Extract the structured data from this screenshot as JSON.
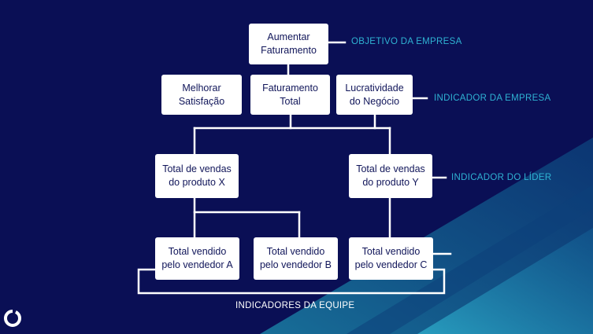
{
  "colors": {
    "background": "#0a0f55",
    "box": "#ffffff",
    "box_text": "#11165a",
    "accent_label": "#2fb3d3",
    "connector": "#ffffff",
    "corner_band": "#1f7fa0"
  },
  "nodes": {
    "aumentar_faturamento": "Aumentar\nFaturamento",
    "melhorar_satisfacao": "Melhorar\nSatisfação",
    "faturamento_total": "Faturamento\nTotal",
    "lucratividade_negocio": "Lucratividade\ndo Negócio",
    "vendas_produto_x": "Total de vendas\ndo produto X",
    "vendas_produto_y": "Total de vendas\ndo produto Y",
    "vendedor_a": "Total vendido\npelo vendedor A",
    "vendedor_b": "Total vendido\npelo vendedor B",
    "vendedor_c": "Total vendido\npelo vendedor C"
  },
  "labels": {
    "objetivo_empresa": "OBJETIVO DA EMPRESA",
    "indicador_empresa": "INDICADOR DA EMPRESA",
    "indicador_lider": "INDICADOR DO LÍDER",
    "indicadores_equipe": "INDICADORES DA EQUIPE"
  },
  "logo_icon": "ring-logo-icon"
}
